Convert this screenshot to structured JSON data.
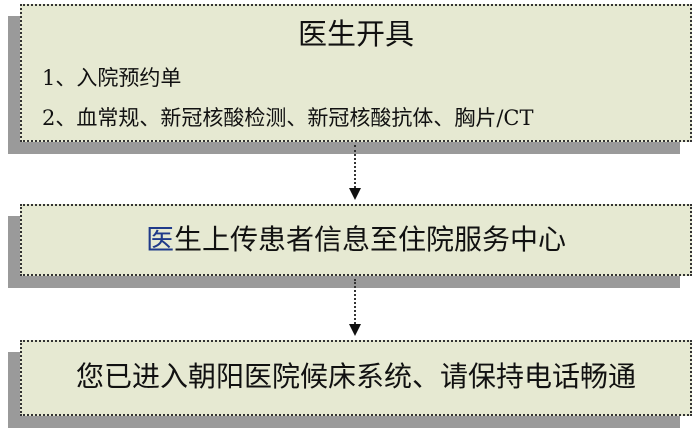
{
  "steps": [
    {
      "title": "医生开具",
      "items": [
        "1、入院预约单",
        "2、血常规、新冠核酸检测、新冠核酸抗体、胸片/CT"
      ]
    },
    {
      "text_first_char": "医",
      "text_rest": "生上传患者信息至住院服务中心"
    },
    {
      "text": "您已进入朝阳医院候床系统、请保持电话畅通"
    }
  ],
  "colors": {
    "box_fill": "#e6e9d2",
    "shadow": "#9a9a9a",
    "accent_char": "#1f3a8a"
  }
}
